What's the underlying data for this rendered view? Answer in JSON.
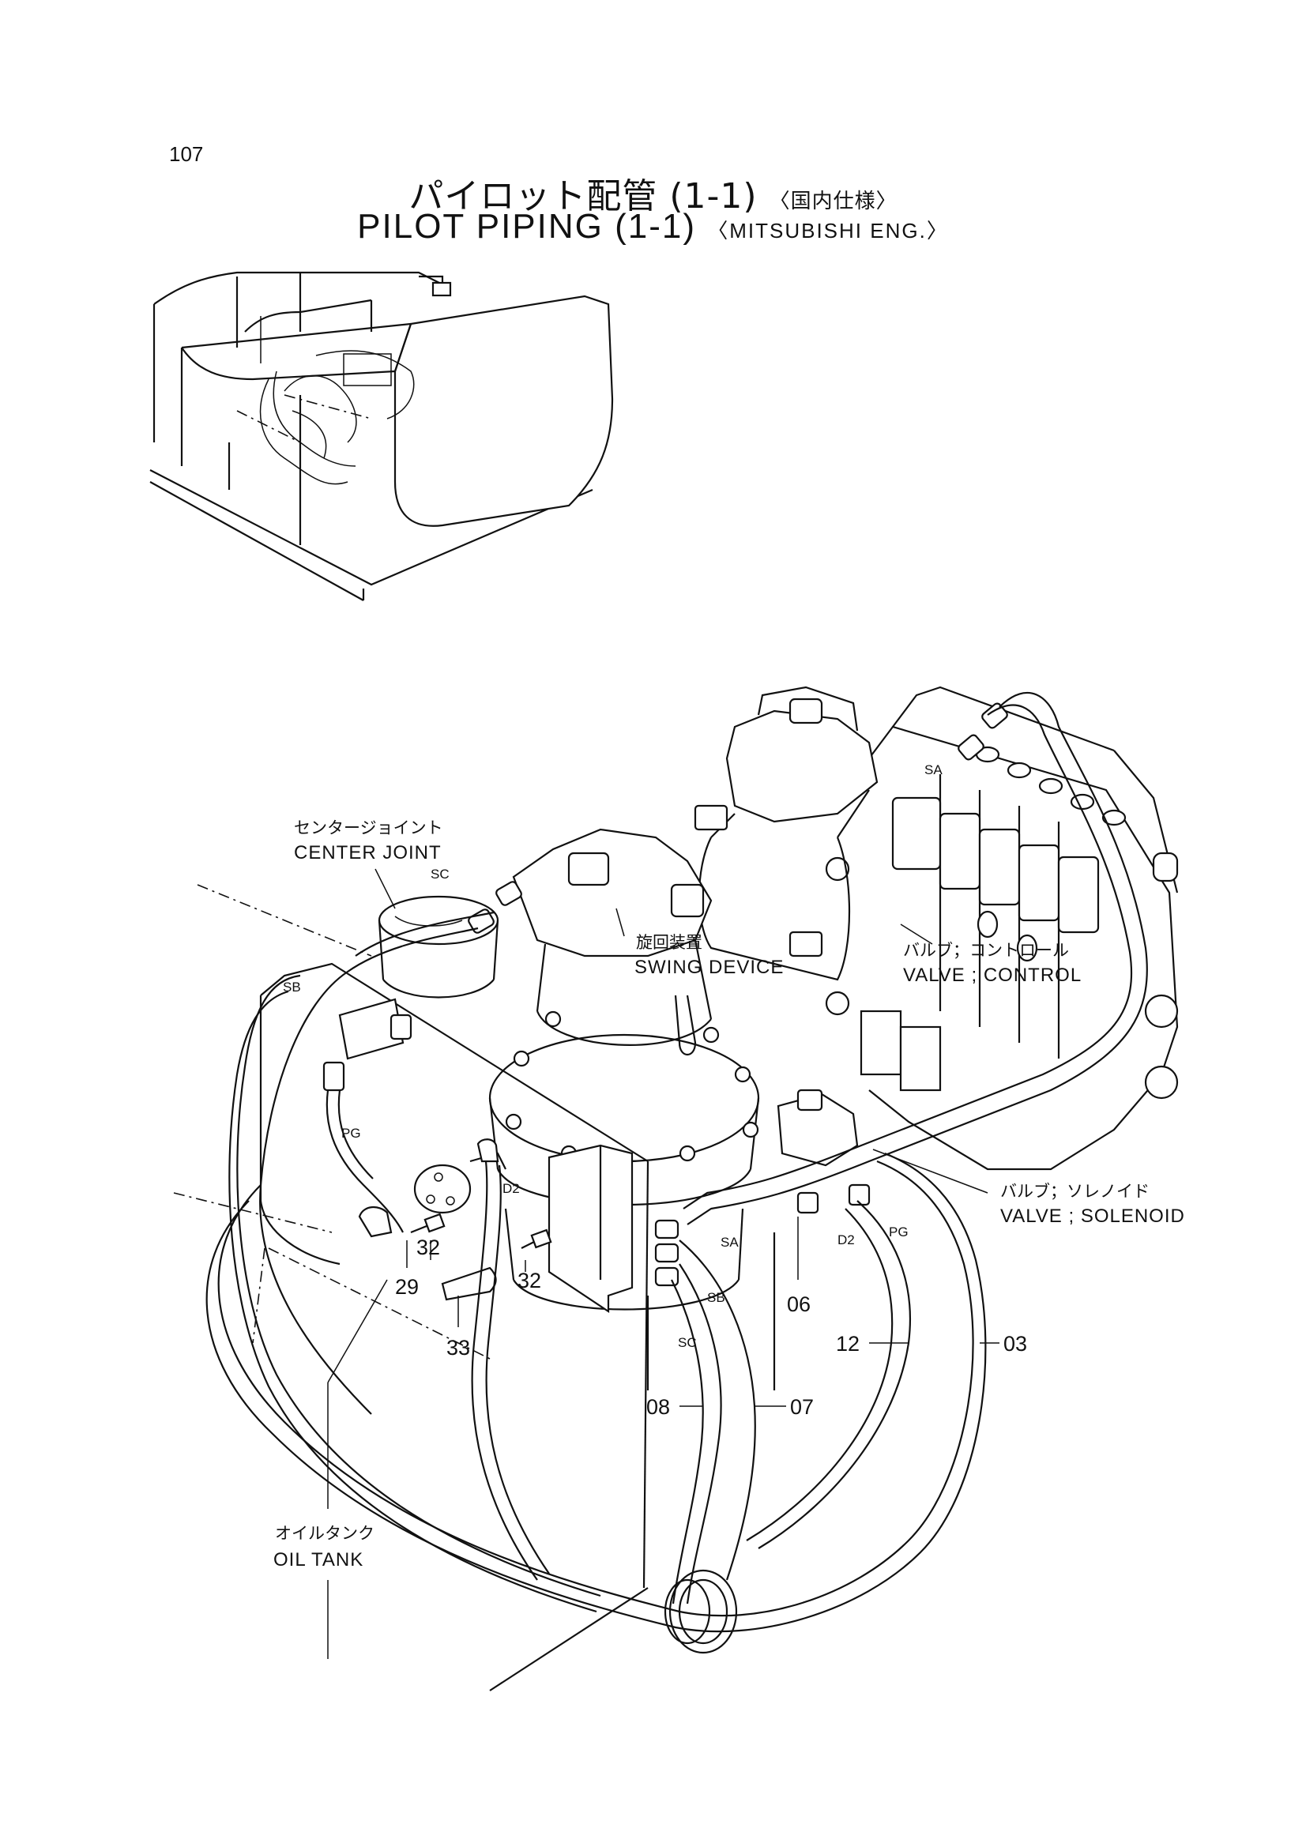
{
  "page": {
    "number": "107"
  },
  "title": {
    "jp": "パイロット配管 (1-1)",
    "jp_sub": "〈国内仕様〉",
    "en": "PILOT PIPING (1-1)",
    "en_sub": "〈MITSUBISHI ENG.〉"
  },
  "components": {
    "center_joint": {
      "jp": "センタージョイント",
      "en": "CENTER JOINT"
    },
    "swing_device": {
      "jp": "旋回装置",
      "en": "SWING DEVICE"
    },
    "valve_control": {
      "jp": "バルブ；コントロール",
      "en": "VALVE ; CONTROL"
    },
    "valve_solenoid": {
      "jp": "バルブ；ソレノイド",
      "en": "VALVE ; SOLENOID"
    },
    "oil_tank": {
      "jp": "オイルタンク",
      "en": "OIL TANK"
    }
  },
  "port_labels": {
    "sa_top": "SA",
    "sc_top": "SC",
    "sb_left": "SB",
    "pg_left": "PG",
    "d2_left": "D2",
    "sa_mid": "SA",
    "sb_mid": "SB",
    "sc_mid": "SC",
    "d2_right": "D2",
    "pg_right": "PG"
  },
  "part_numbers": {
    "p29": "29",
    "p32a": "32",
    "p32b": "32",
    "p33": "33",
    "p06": "06",
    "p12": "12",
    "p03": "03",
    "p08": "08",
    "p07": "07"
  }
}
